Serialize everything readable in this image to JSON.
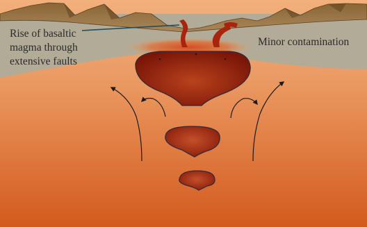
{
  "labels": {
    "rise_line1": "Rise of basaltic",
    "rise_line2": "magma through",
    "rise_line3": "extensive faults",
    "contamination": "Minor contamination"
  },
  "colors": {
    "mantle_top": "#f0a36e",
    "mantle_bottom": "#d65d1e",
    "crust": "#b2ab97",
    "mountains_light": "#a07c4e",
    "mountains_dark": "#6e4d25",
    "magma_dark": "#7a1508",
    "magma_light": "#b8421c",
    "feeder": "#a8240f",
    "arrow": "#1a1a1a",
    "leader_line": "#1f4f63"
  }
}
